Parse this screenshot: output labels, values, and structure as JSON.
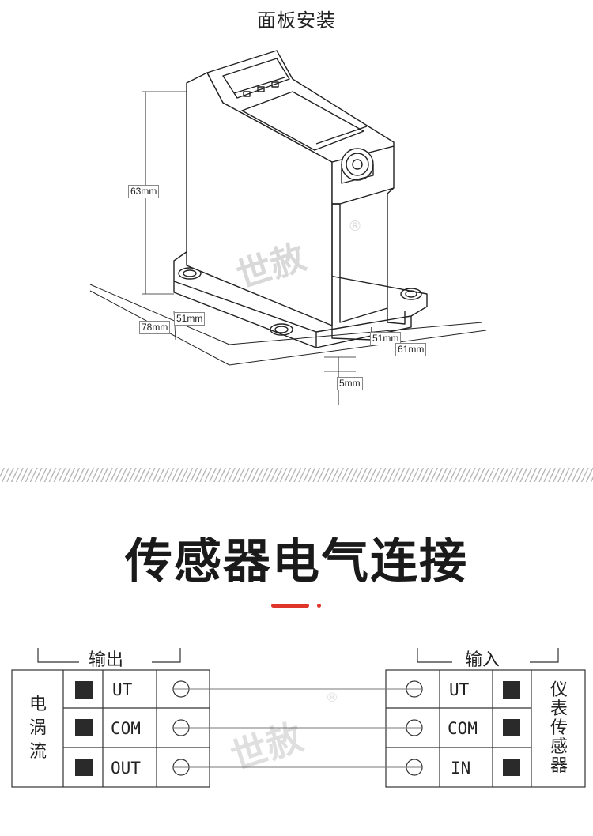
{
  "panel_install": {
    "title": "面板安装",
    "brand_watermark": "世赦",
    "registered_mark": "®",
    "dimensions": {
      "height": "63mm",
      "width_left": "51mm",
      "depth": "78mm",
      "width_right": "51mm",
      "width_total": "61mm",
      "base_thickness": "5mm"
    }
  },
  "section": {
    "title": "传感器电气连接",
    "accent_color": "#e0352b"
  },
  "wiring": {
    "output_label": "输出",
    "input_label": "输入",
    "left_device": "电涡流",
    "right_device": "仪表传感器",
    "left_terminals": [
      "UT",
      "COM",
      "OUT"
    ],
    "right_terminals": [
      "UT",
      "COM",
      "IN"
    ]
  }
}
